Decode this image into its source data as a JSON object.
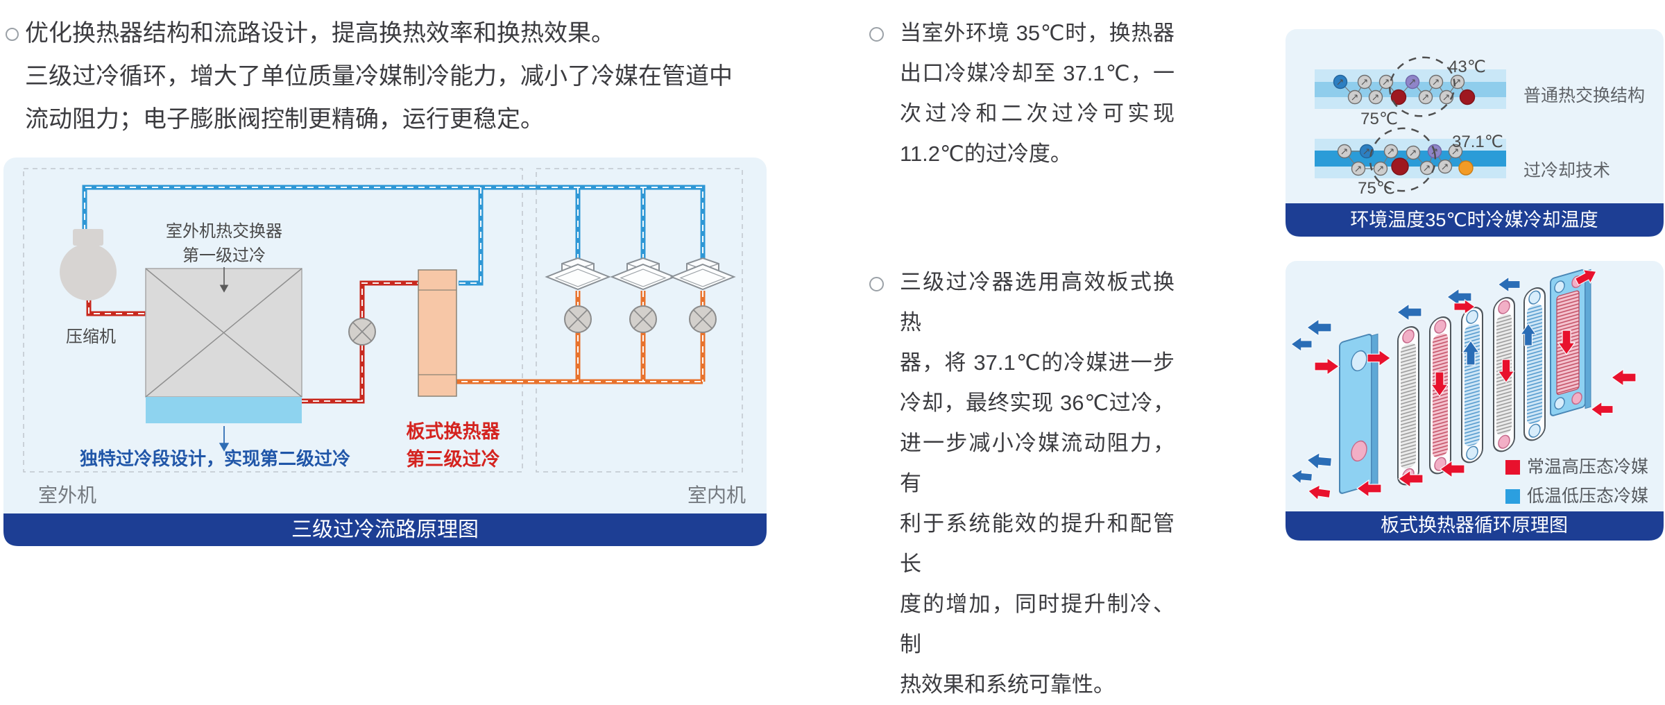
{
  "intro": {
    "lines": [
      "优化换热器结构和流路设计，提高换热效率和换热效果。",
      "三级过冷循环，增大了单位质量冷媒制冷能力，减小了冷媒在管道中",
      "流动阻力；电子膨胀阀控制更精确，运行更稳定。"
    ]
  },
  "bullet1": {
    "lines": [
      "当室外环境 35℃时，换热器",
      "出口冷媒冷却至 37.1℃，一",
      "次过冷和二次过冷可实现",
      "11.2℃的过冷度。"
    ]
  },
  "bullet2": {
    "lines": [
      "三级过冷器选用高效板式换热",
      "器，将 37.1℃的冷媒进一步",
      "冷却，最终实现 36℃过冷，",
      "进一步减小冷媒流动阻力，有",
      "利于系统能效的提升和配管长",
      "度的增加，同时提升制冷、制",
      "热效果和系统可靠性。"
    ]
  },
  "flow_diagram": {
    "caption": "三级过冷流路原理图",
    "outdoor_label": "室外机",
    "indoor_label": "室内机",
    "compressor_label": "压缩机",
    "hx_label_line1": "室外机热交换器",
    "hx_label_line2": "第一级过冷",
    "subcool_label": "独特过冷段设计，实现第二级过冷",
    "plate_label_line1": "板式换热器",
    "plate_label_line2": "第三级过冷"
  },
  "temp_diagram": {
    "caption": "环境温度35℃时冷媒冷却温度",
    "normal": {
      "temp_top": "43℃",
      "temp_bottom": "75℃",
      "label": "普通热交换结构"
    },
    "subcool": {
      "temp_top": "37.1℃",
      "temp_bottom": "75℃",
      "label": "过冷却技术"
    }
  },
  "plate_diagram": {
    "caption": "板式换热器循环原理图",
    "legend": [
      {
        "color": "#e8112d",
        "label": "常温高压态冷媒"
      },
      {
        "color": "#2b9fe0",
        "label": "低温低压态冷媒"
      }
    ]
  },
  "colors": {
    "banner_blue": "#1d3e94",
    "panel_bg": "#e9f3fa",
    "pipe_blue": "#2e97d5",
    "pipe_red": "#c8281e",
    "pipe_orange": "#e8722c",
    "subcool_label_blue": "#2056a8",
    "plate_label_red": "#d4231f"
  }
}
